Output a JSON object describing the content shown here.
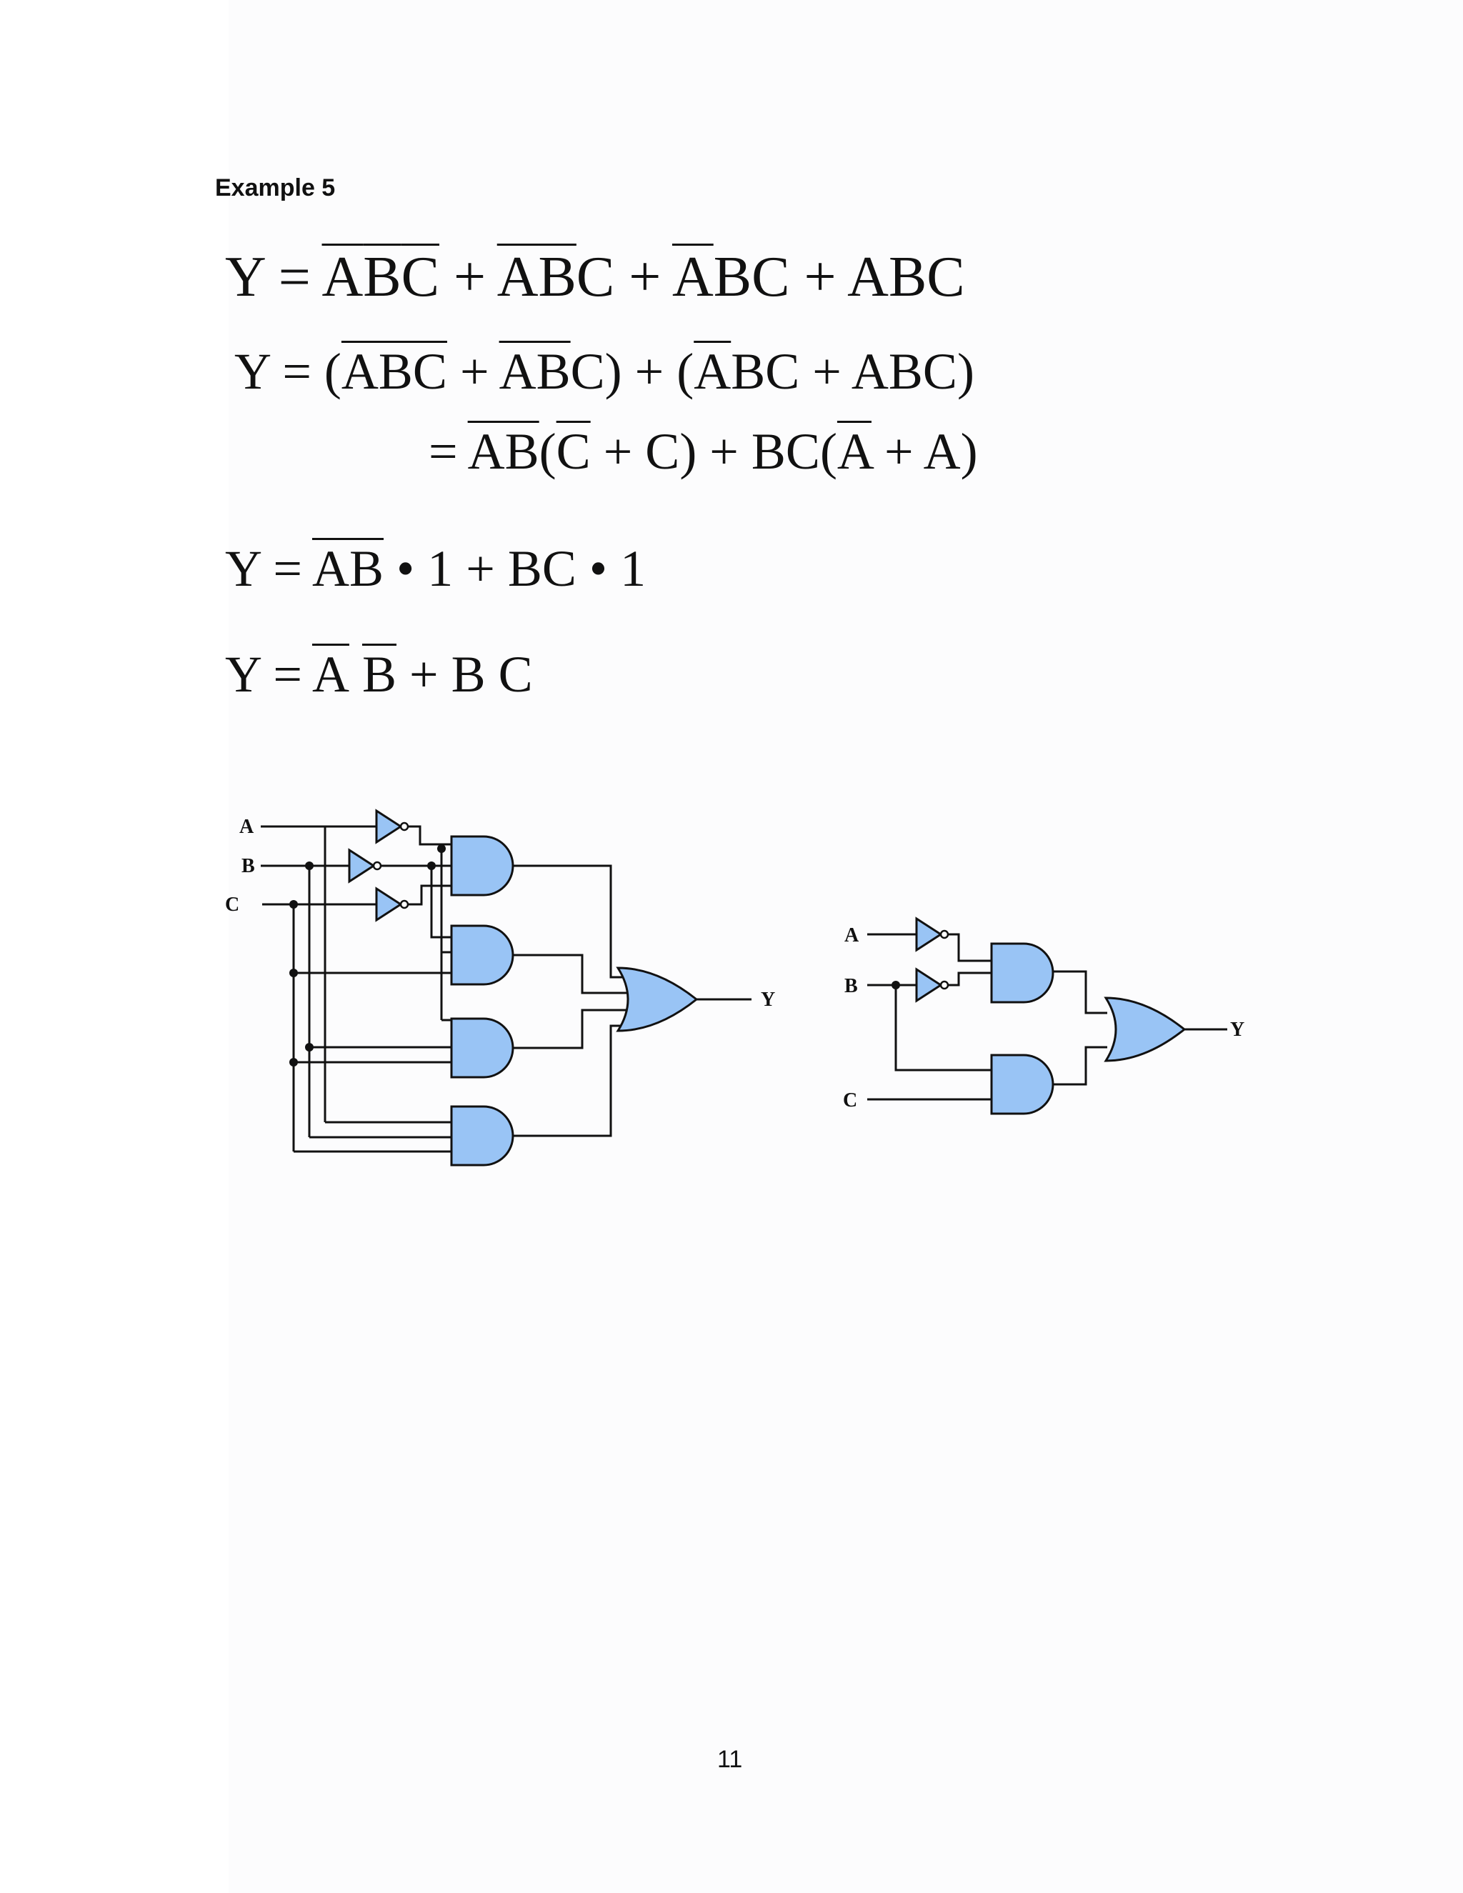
{
  "heading": "Example 5",
  "equations": {
    "line1": {
      "lhs": "Y =",
      "terms": [
        {
          "bars": [
            "A",
            "B",
            "C"
          ],
          "plain": ""
        },
        {
          "bars": [
            "A",
            "B"
          ],
          "plain": "C"
        },
        {
          "bars": [
            "A"
          ],
          "plain": "BC"
        },
        {
          "bars": [],
          "plain": "ABC"
        }
      ]
    },
    "line2": {
      "lhs": "Y = (",
      "t1": "ABC",
      "t2": "AB",
      "t2c": "C",
      "mid": ") + (",
      "t3": "A",
      "t3b": "BC + ABC)"
    },
    "line3": {
      "eq": "= ",
      "ab": "AB",
      "open": "(",
      "cbar": "C",
      "rest1": " + C) + BC(",
      "abar": "A",
      "rest2": " + A)"
    },
    "line4": {
      "lhs": "Y = ",
      "ab": "AB",
      "rest": " • 1 + BC • 1"
    },
    "line5": {
      "lhs": "Y = ",
      "a": "A",
      "b": "B",
      "rest": " + B C"
    }
  },
  "circuit_left": {
    "inputs": [
      "A",
      "B",
      "C"
    ],
    "output": "Y",
    "gate_fill": "#99c4f5"
  },
  "circuit_right": {
    "inputs": [
      "A",
      "B",
      "C"
    ],
    "output": "Y",
    "gate_fill": "#99c4f5"
  },
  "page_number": "11"
}
